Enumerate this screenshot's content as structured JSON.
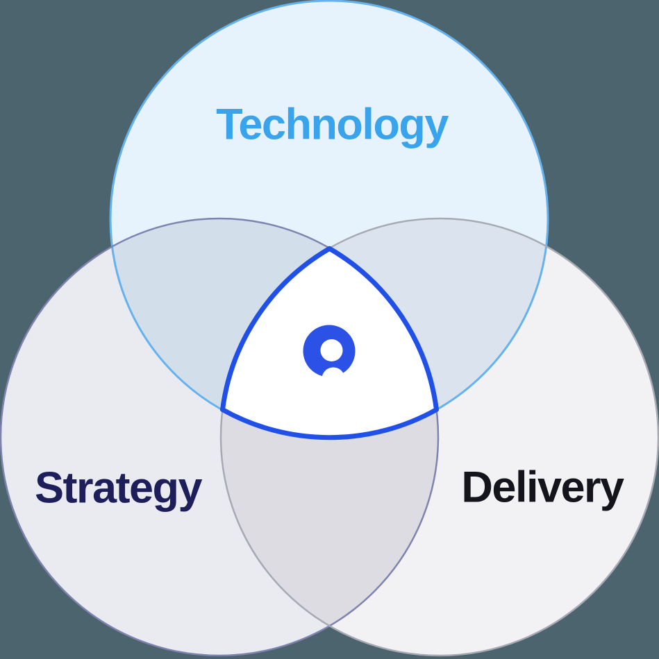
{
  "diagram": {
    "type": "venn-3-circle",
    "background_color": "#4C646E",
    "circles": [
      {
        "label": "Technology",
        "label_color": "#39A3EC",
        "fill": "#E6F3FC",
        "stroke": "#65B2EE"
      },
      {
        "label": "Strategy",
        "label_color": "#1E1E5B",
        "fill": "#EAEAF1",
        "stroke": "#7E83AF"
      },
      {
        "label": "Delivery",
        "label_color": "#14141D",
        "fill": "#F2F2F4",
        "stroke": "#A7AAB3"
      }
    ],
    "overlaps": {
      "technology_strategy": "#D2DEEA",
      "technology_delivery": "#DBE4EE",
      "strategy_delivery": "#DCDCE2",
      "center_fill": "#FFFFFF",
      "center_stroke": "#2150E8"
    },
    "logo": {
      "icon": "q-ring-logo",
      "color": "#2B51E6",
      "inner_color": "#FFFFFF"
    }
  }
}
